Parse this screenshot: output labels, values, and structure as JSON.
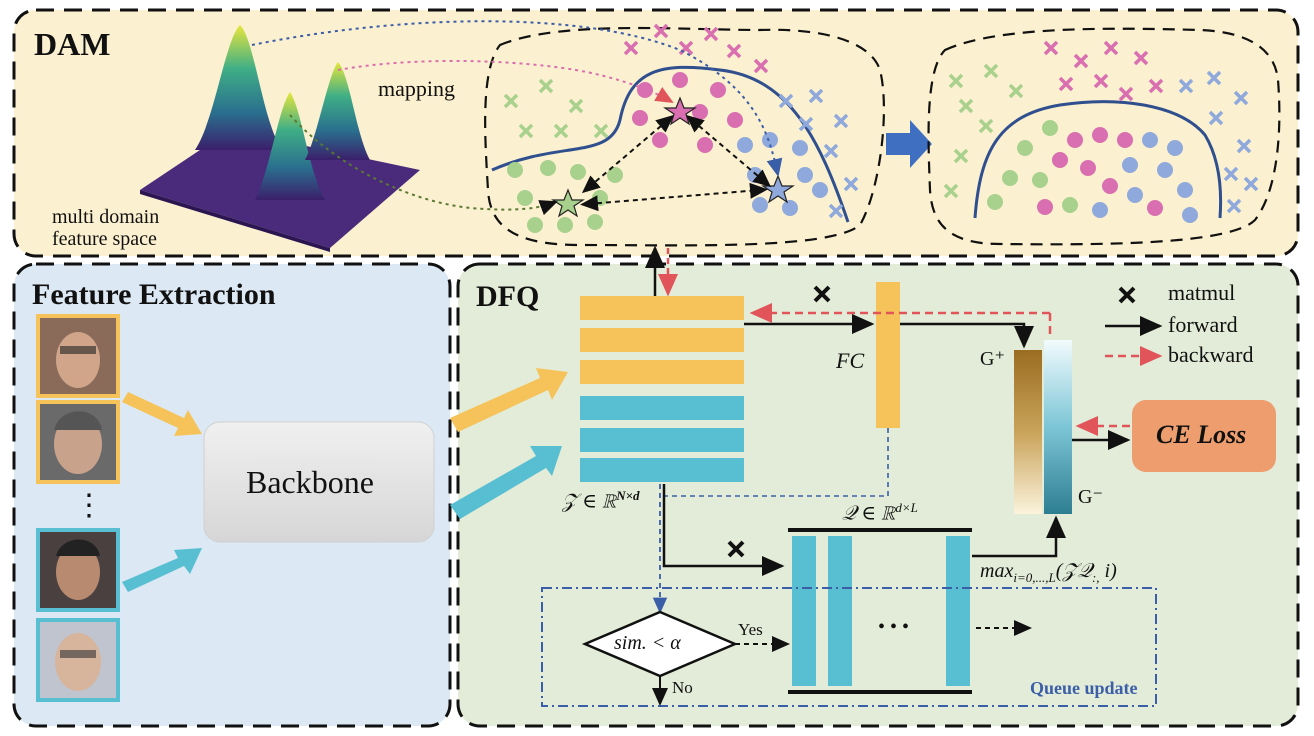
{
  "panels": {
    "dam": {
      "title": "DAM",
      "mapping_label": "mapping",
      "feature_space_line1": "multi domain",
      "feature_space_line2": "feature space"
    },
    "feature_extraction": {
      "title": "Feature Extraction",
      "ellipsis": "⋮",
      "backbone_label": "Backbone"
    },
    "dfq": {
      "title": "DFQ",
      "fc_label": "FC",
      "z_label": "𝒵 ∈ ℝ",
      "z_sup": "N×d",
      "q_label": "𝒬 ∈ ℝ",
      "q_sup": "d×L",
      "g_plus": "G⁺",
      "g_minus": "G⁻",
      "ce_loss": "CE Loss",
      "max_label": "max",
      "max_sub": "i=0,...,L",
      "max_args": "(𝒵𝒬",
      "max_args_sub": ":,",
      "max_tail": " i)",
      "decision": "sim. < α",
      "yes": "Yes",
      "no": "No",
      "queue_update": "Queue update",
      "dots": "• • •"
    }
  },
  "legend": {
    "matmul_symbol": "✕",
    "matmul": "matmul",
    "forward": "forward",
    "backward": "backward"
  },
  "colors": {
    "dam_bg": "#fbf0cf",
    "fe_bg": "#dce8f3",
    "dfq_bg": "#e3ecd8",
    "yellow": "#f5c35a",
    "cyan": "#58bfd3",
    "green_pt": "#a9d18e",
    "pink_pt": "#d96fb0",
    "blue_pt": "#8fa9dc",
    "boundary": "#2f4f8f",
    "backward": "#e0545a",
    "queue_border": "#3b5ea8",
    "ce_loss": "#ee9e6e"
  }
}
